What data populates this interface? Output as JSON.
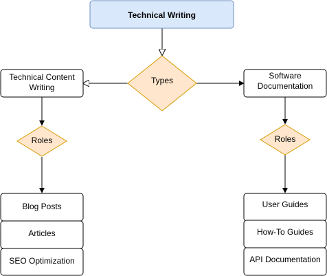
{
  "diagram": {
    "title": "Technical Writing",
    "types_label": "Types",
    "left": {
      "title_line1": "Technical Content",
      "title_line2": "Writing",
      "roles_label": "Roles",
      "items": [
        "Blog Posts",
        "Articles",
        "SEO Optimization"
      ]
    },
    "right": {
      "title_line1": "Software",
      "title_line2": "Documentation",
      "roles_label": "Roles",
      "items": [
        "User Guides",
        "How-To Guides",
        "API Documentation"
      ]
    }
  },
  "colors": {
    "title_fill": "#dae8fc",
    "title_stroke": "#6c8ebf",
    "decision_fill": "#ffe6cc",
    "decision_stroke": "#d79b00",
    "box_fill": "#ffffff",
    "box_stroke": "#000000",
    "line": "#000000"
  }
}
